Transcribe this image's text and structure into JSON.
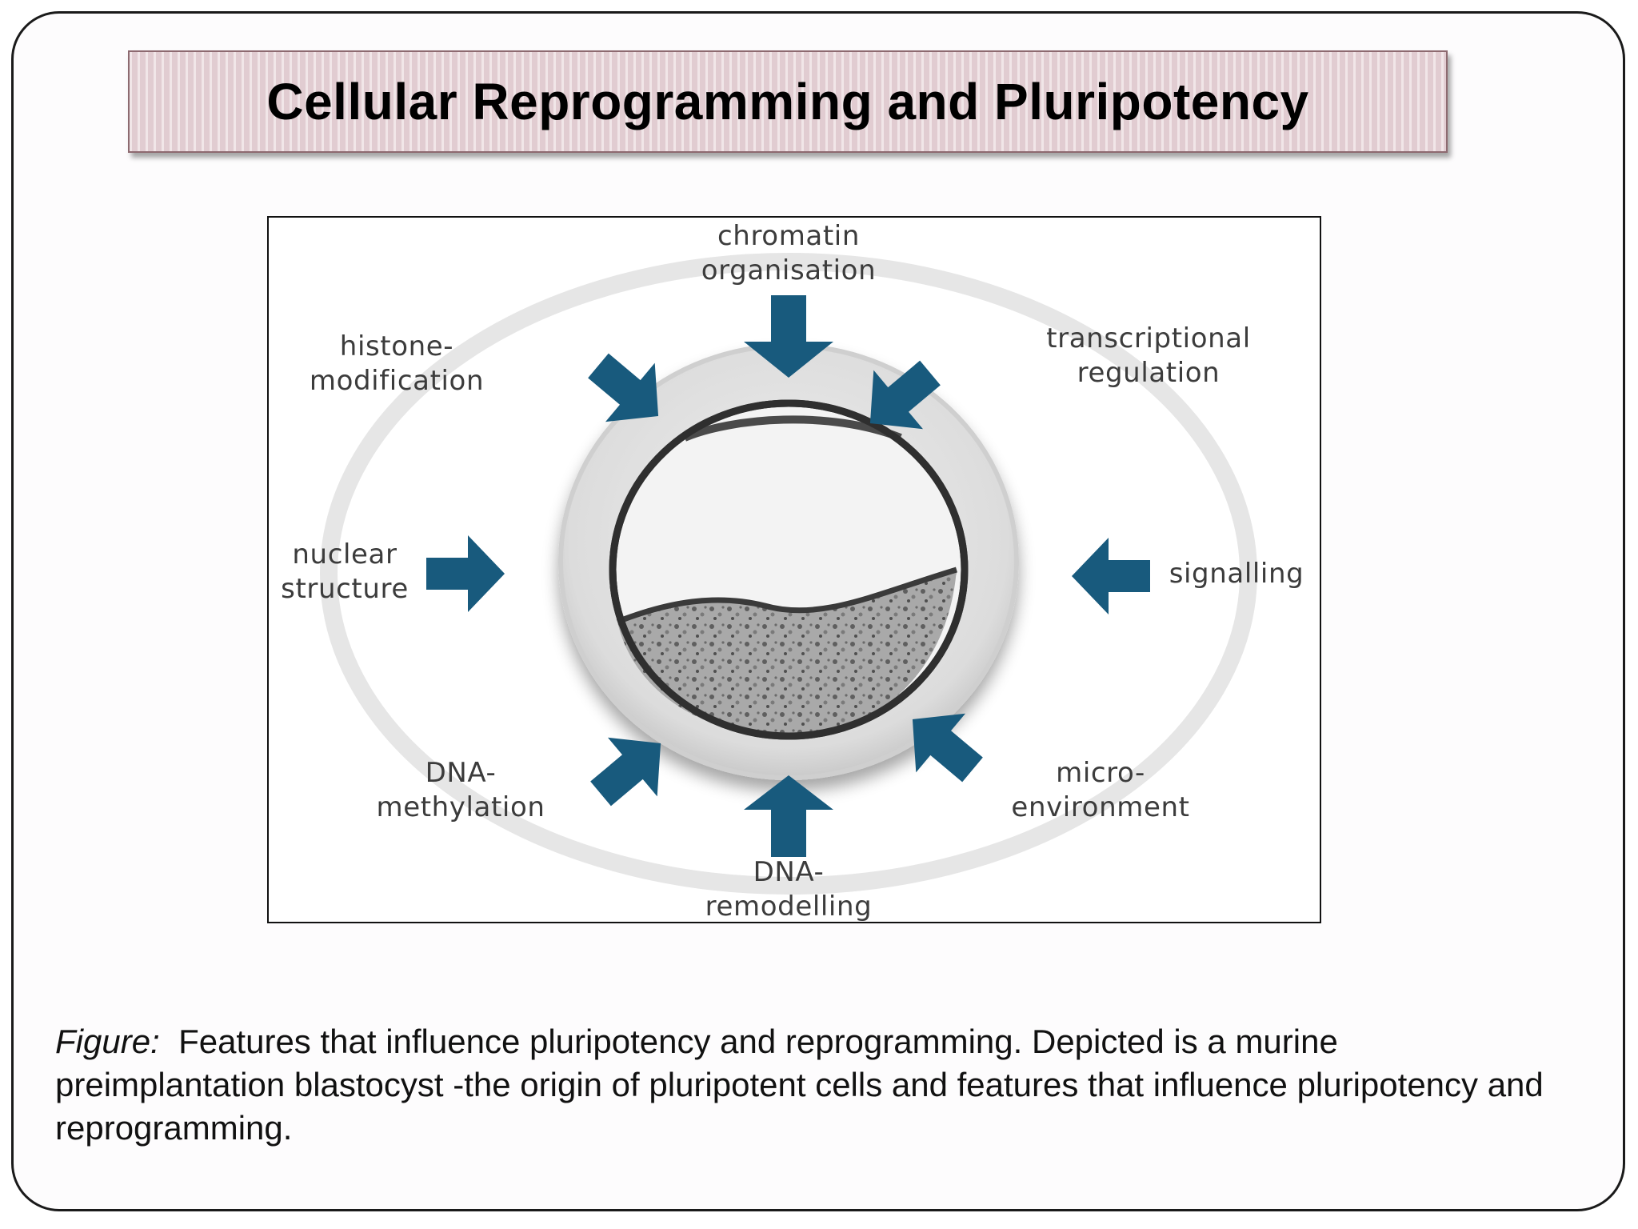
{
  "slide": {
    "title": "Cellular Reprogramming and Pluripotency"
  },
  "diagram": {
    "labels": {
      "chromatin": [
        "chromatin",
        "organisation"
      ],
      "transcriptional": [
        "transcriptional",
        "regulation"
      ],
      "signalling": [
        "signalling"
      ],
      "microenvironment": [
        "micro-",
        "environment"
      ],
      "dna_remodelling": [
        "DNA-",
        "remodelling"
      ],
      "dna_methylation": [
        "DNA-",
        "methylation"
      ],
      "nuclear": [
        "nuclear",
        "structure"
      ],
      "histone": [
        "histone-",
        "modification"
      ]
    },
    "arrow_color": "#185a7d",
    "ring_color": "#e6e6e6"
  },
  "caption": {
    "lead": "Figure:",
    "text": "Features that influence pluripotency and reprogramming. Depicted is a murine preimplantation blastocyst -the origin of pluripotent cells and features that influence pluripotency and reprogramming."
  }
}
